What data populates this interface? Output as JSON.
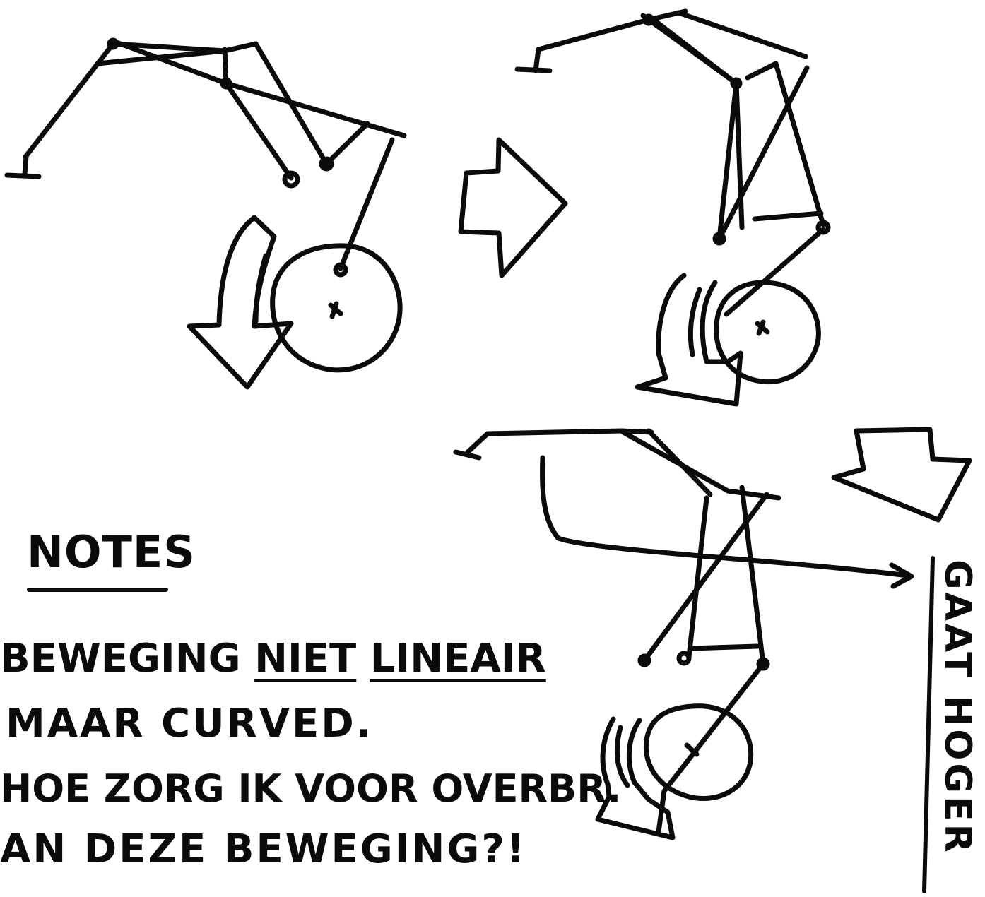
{
  "notes": {
    "heading": "NOTES",
    "line_1_a": "BEWEGING",
    "line_1_b": "NIET",
    "line_1_c": "LINEAIR",
    "line_2": "MAAR CURVED.",
    "line_3": "HOE ZORG IK VOOR OVERBR.",
    "line_4": "AN DEZE BEWEGING?!"
  },
  "side_label": "GAAT HOGER",
  "ink_color": "#0b0b0b",
  "background": "#ffffff"
}
